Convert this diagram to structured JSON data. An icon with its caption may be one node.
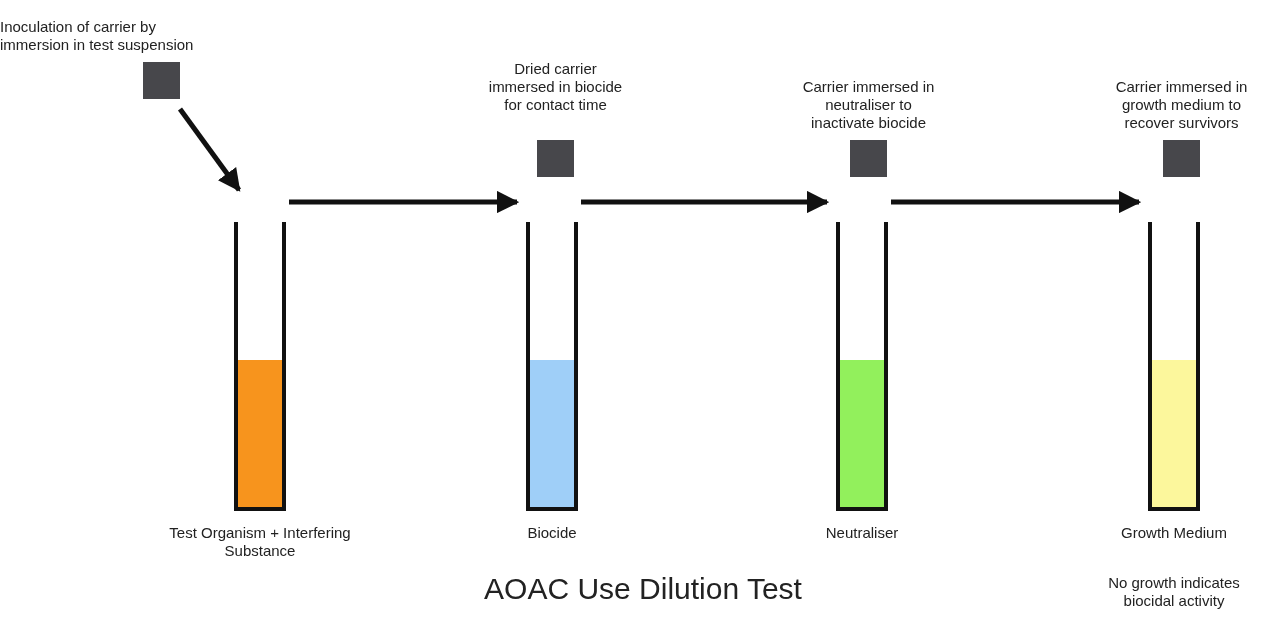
{
  "diagram": {
    "title": "AOAC Use Dilution Test",
    "nodes": [
      {
        "text": [],
        "shape": "box",
        "beside": [
          "Inoculation of carrier by immersion in test suspension"
        ]
      },
      {
        "text": [
          "Test Organism + Interfering Substance"
        ]
      },
      {
        "text": [],
        "shape": "box",
        "beside": [
          "Dried carrier immersed in biocide for contact time"
        ]
      },
      {
        "text": [
          "Biocide"
        ]
      },
      {
        "text": [],
        "shape": "box",
        "beside": [
          "Carrier immersed in neutraliser to inactivate biocide"
        ]
      },
      {
        "text": [
          "Neutraliser"
        ]
      },
      {
        "text": [],
        "shape": "box",
        "beside": [
          "Carrier immersed in growth medium to recover survivors"
        ]
      },
      {
        "text": [
          "Growth Medium"
        ],
        "beside": [
          "No growth indicates biocidal activity"
        ]
      }
    ],
    "edges": [
      {
        "from": 0,
        "to": 1,
        "arrow": "to"
      },
      {
        "from": 1,
        "to": 3,
        "arrow": "to"
      },
      {
        "from": 3,
        "to": 5,
        "arrow": "to"
      },
      {
        "from": 5,
        "to": 7,
        "arrow": "to"
      }
    ]
  }
}
